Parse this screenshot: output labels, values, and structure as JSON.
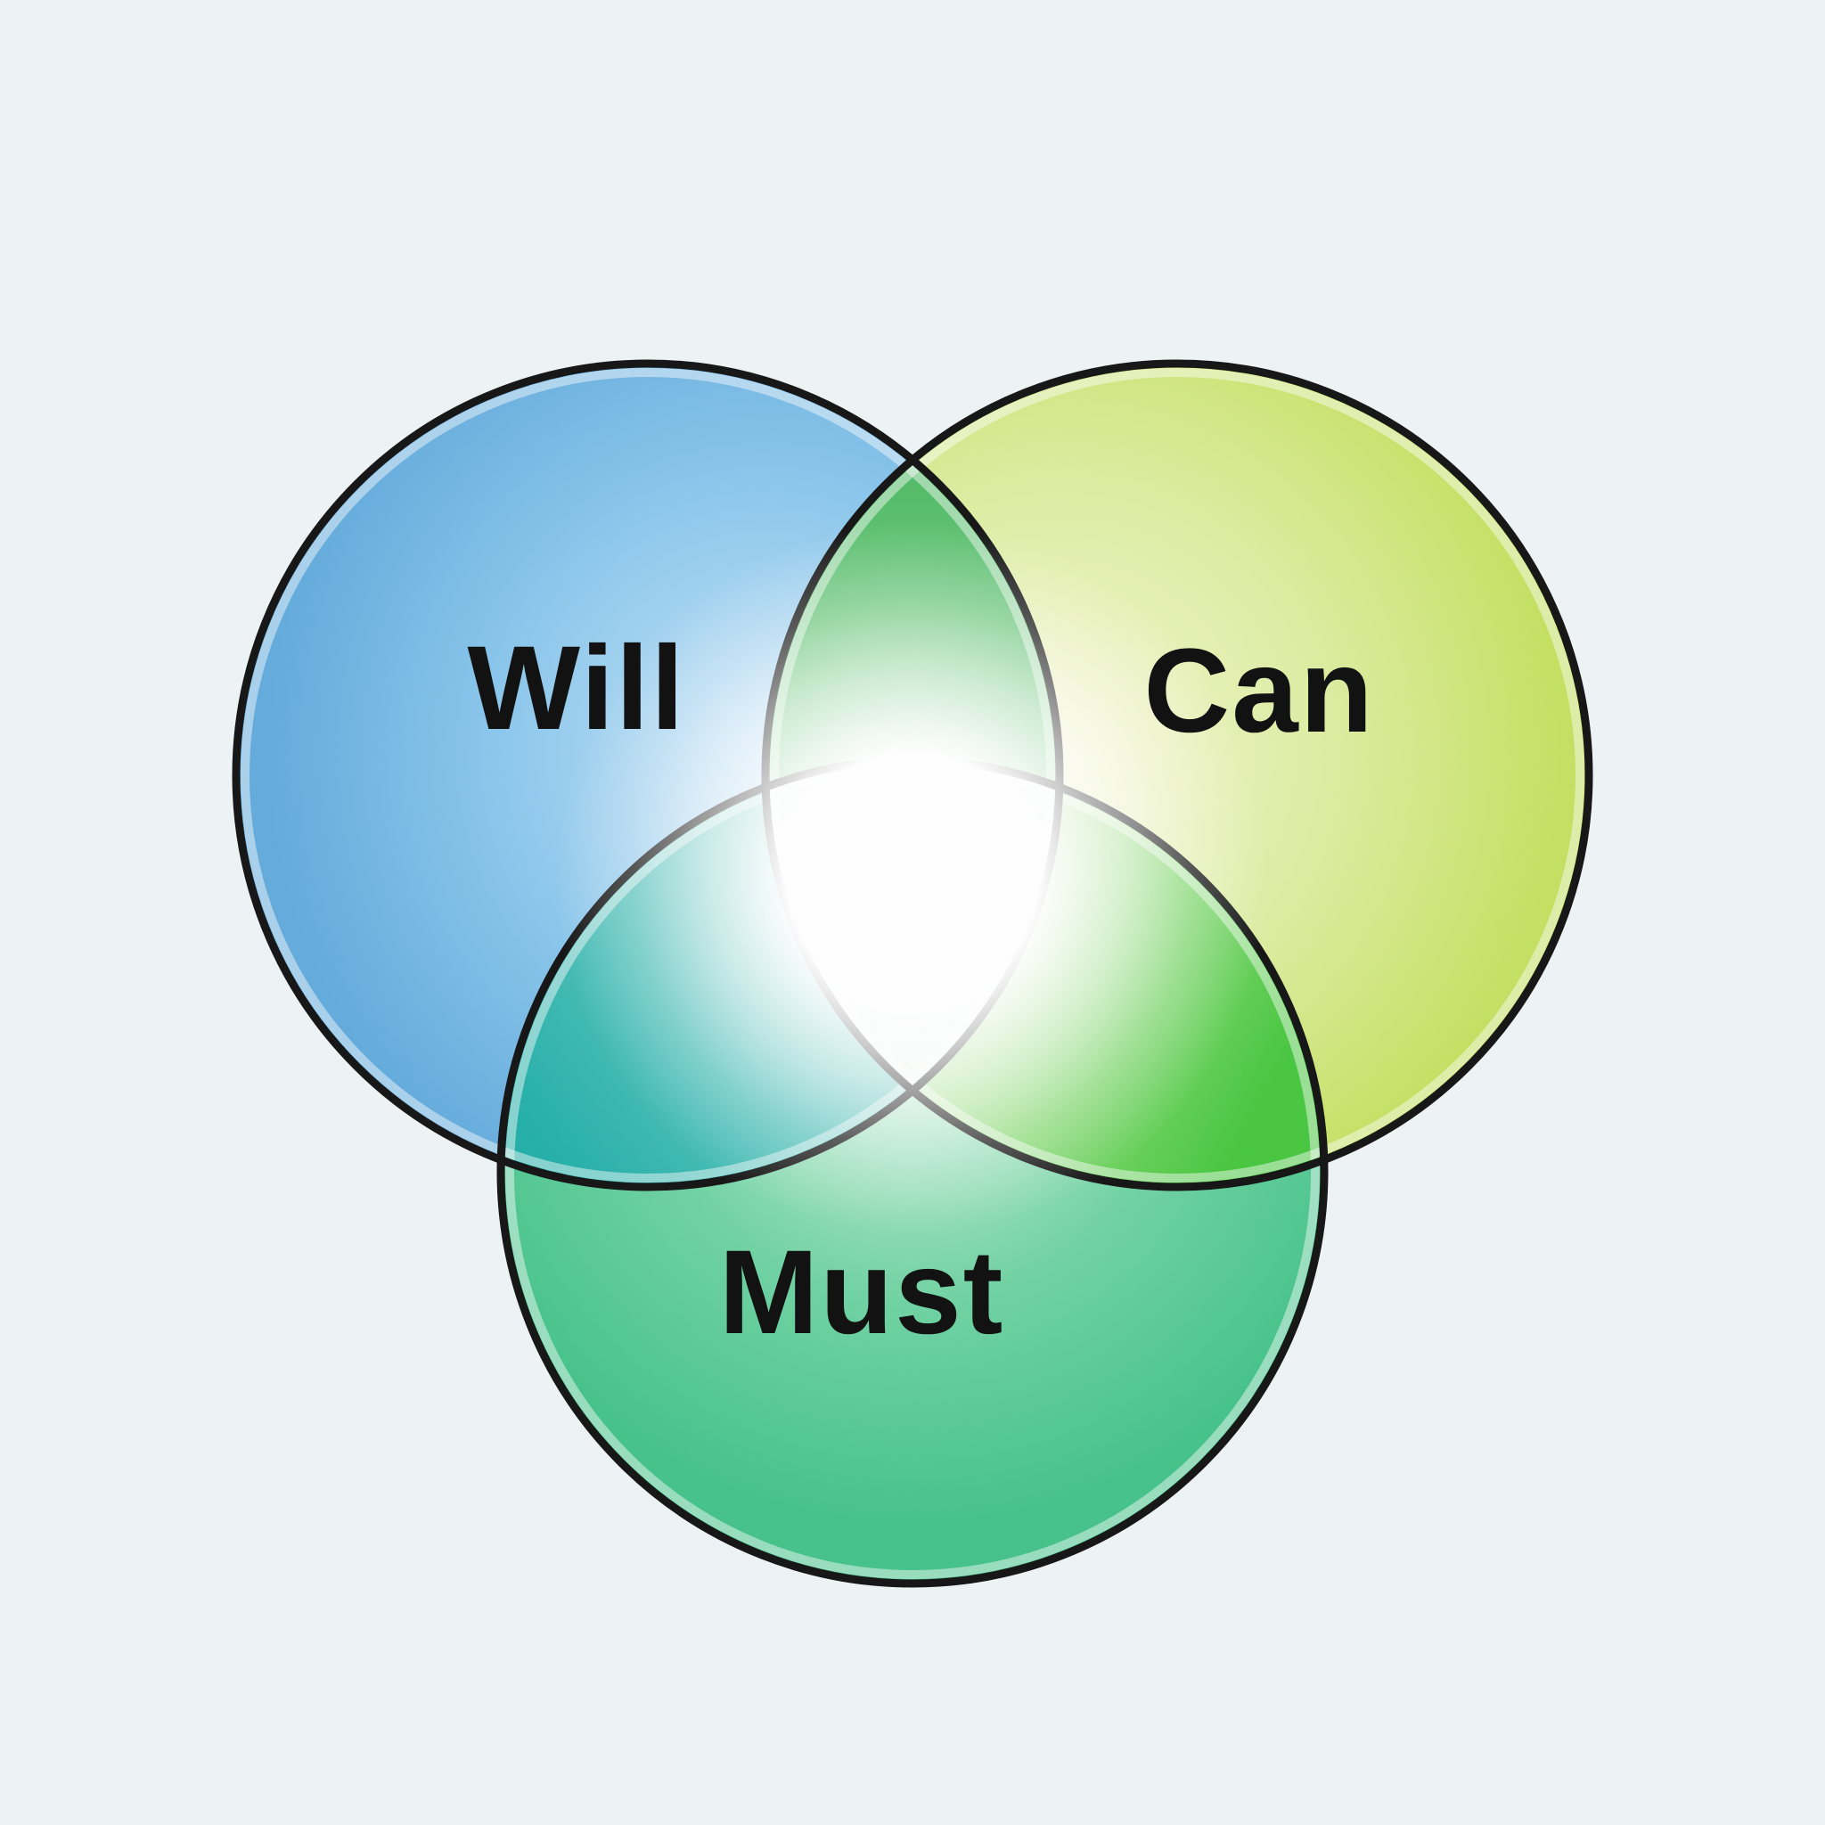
{
  "venn": {
    "sets": [
      {
        "id": "will",
        "label": "Will",
        "position": "top-left",
        "color": "#6fb5e4"
      },
      {
        "id": "can",
        "label": "Can",
        "position": "top-right",
        "color": "#d3e87e"
      },
      {
        "id": "must",
        "label": "Must",
        "position": "bottom-center",
        "color": "#4ec48f"
      }
    ],
    "overlaps": [
      {
        "sets": [
          "will",
          "can"
        ],
        "color": "#5bbd6f"
      },
      {
        "sets": [
          "will",
          "must"
        ],
        "color": "#35b3aa"
      },
      {
        "sets": [
          "can",
          "must"
        ],
        "color": "#55c748"
      },
      {
        "sets": [
          "will",
          "can",
          "must"
        ],
        "color": "#ffffff"
      }
    ]
  },
  "colors": {
    "background": "#eef4f6",
    "outline": "#141414",
    "label_text": "#121212",
    "will_gradient": {
      "inner": "#c3e2f6",
      "mid": "#8ac6ec",
      "edge": "#63abdc"
    },
    "can_gradient": {
      "inner": "#f4f7d2",
      "mid": "#ddeca0",
      "edge": "#c4e162"
    },
    "must_gradient": {
      "inner": "#d4f1dd",
      "mid": "#6fd2a2",
      "edge": "#44c289"
    },
    "will_can_gradient": {
      "start": "#4eba64",
      "end": "#b9e7bb"
    },
    "will_must_gradient": {
      "start": "#23afa8",
      "end": "#96d8d4"
    },
    "can_must_gradient": {
      "start": "#47c63f",
      "end": "#cdeeb0"
    },
    "triple_base": "#e9f9ef",
    "center_glow": "#ffffff",
    "inner_rim": "#ffffff"
  }
}
